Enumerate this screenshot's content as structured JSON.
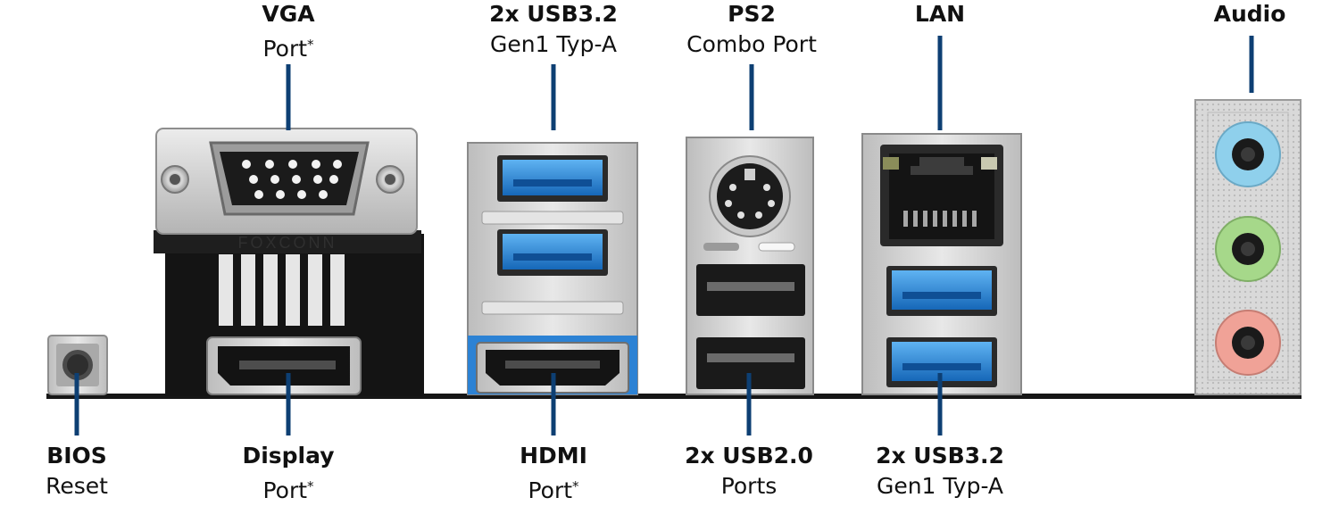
{
  "labels": {
    "vga": {
      "title": "VGA",
      "subtitle": "Port",
      "mark": "*"
    },
    "usb32_top": {
      "title": "2x USB3.2",
      "subtitle": "Gen1 Typ-A",
      "mark": ""
    },
    "ps2": {
      "title": "PS2",
      "subtitle": "Combo Port",
      "mark": ""
    },
    "lan": {
      "title": "LAN",
      "subtitle": "",
      "mark": ""
    },
    "audio": {
      "title": "Audio",
      "subtitle": "",
      "mark": ""
    },
    "bios": {
      "title": "BIOS",
      "subtitle": "Reset",
      "mark": ""
    },
    "displayport": {
      "title": "Display",
      "subtitle": "Port",
      "mark": "*"
    },
    "hdmi": {
      "title": "HDMI",
      "subtitle": "Port",
      "mark": "*"
    },
    "usb20": {
      "title": "2x USB2.0",
      "subtitle": "Ports",
      "mark": ""
    },
    "usb32_bottom": {
      "title": "2x USB3.2",
      "subtitle": "Gen1 Typ-A",
      "mark": ""
    }
  },
  "decor": {
    "vga_brand": "FOXCONN"
  },
  "colors": {
    "leader": "#0d3f73",
    "usb3_blue": "#1f7fd6",
    "audio_blue": "#8fd0ec",
    "audio_green": "#a6d88a",
    "audio_pink": "#f0a297",
    "metal": "#cfcfcf",
    "plastic_black": "#121212"
  }
}
